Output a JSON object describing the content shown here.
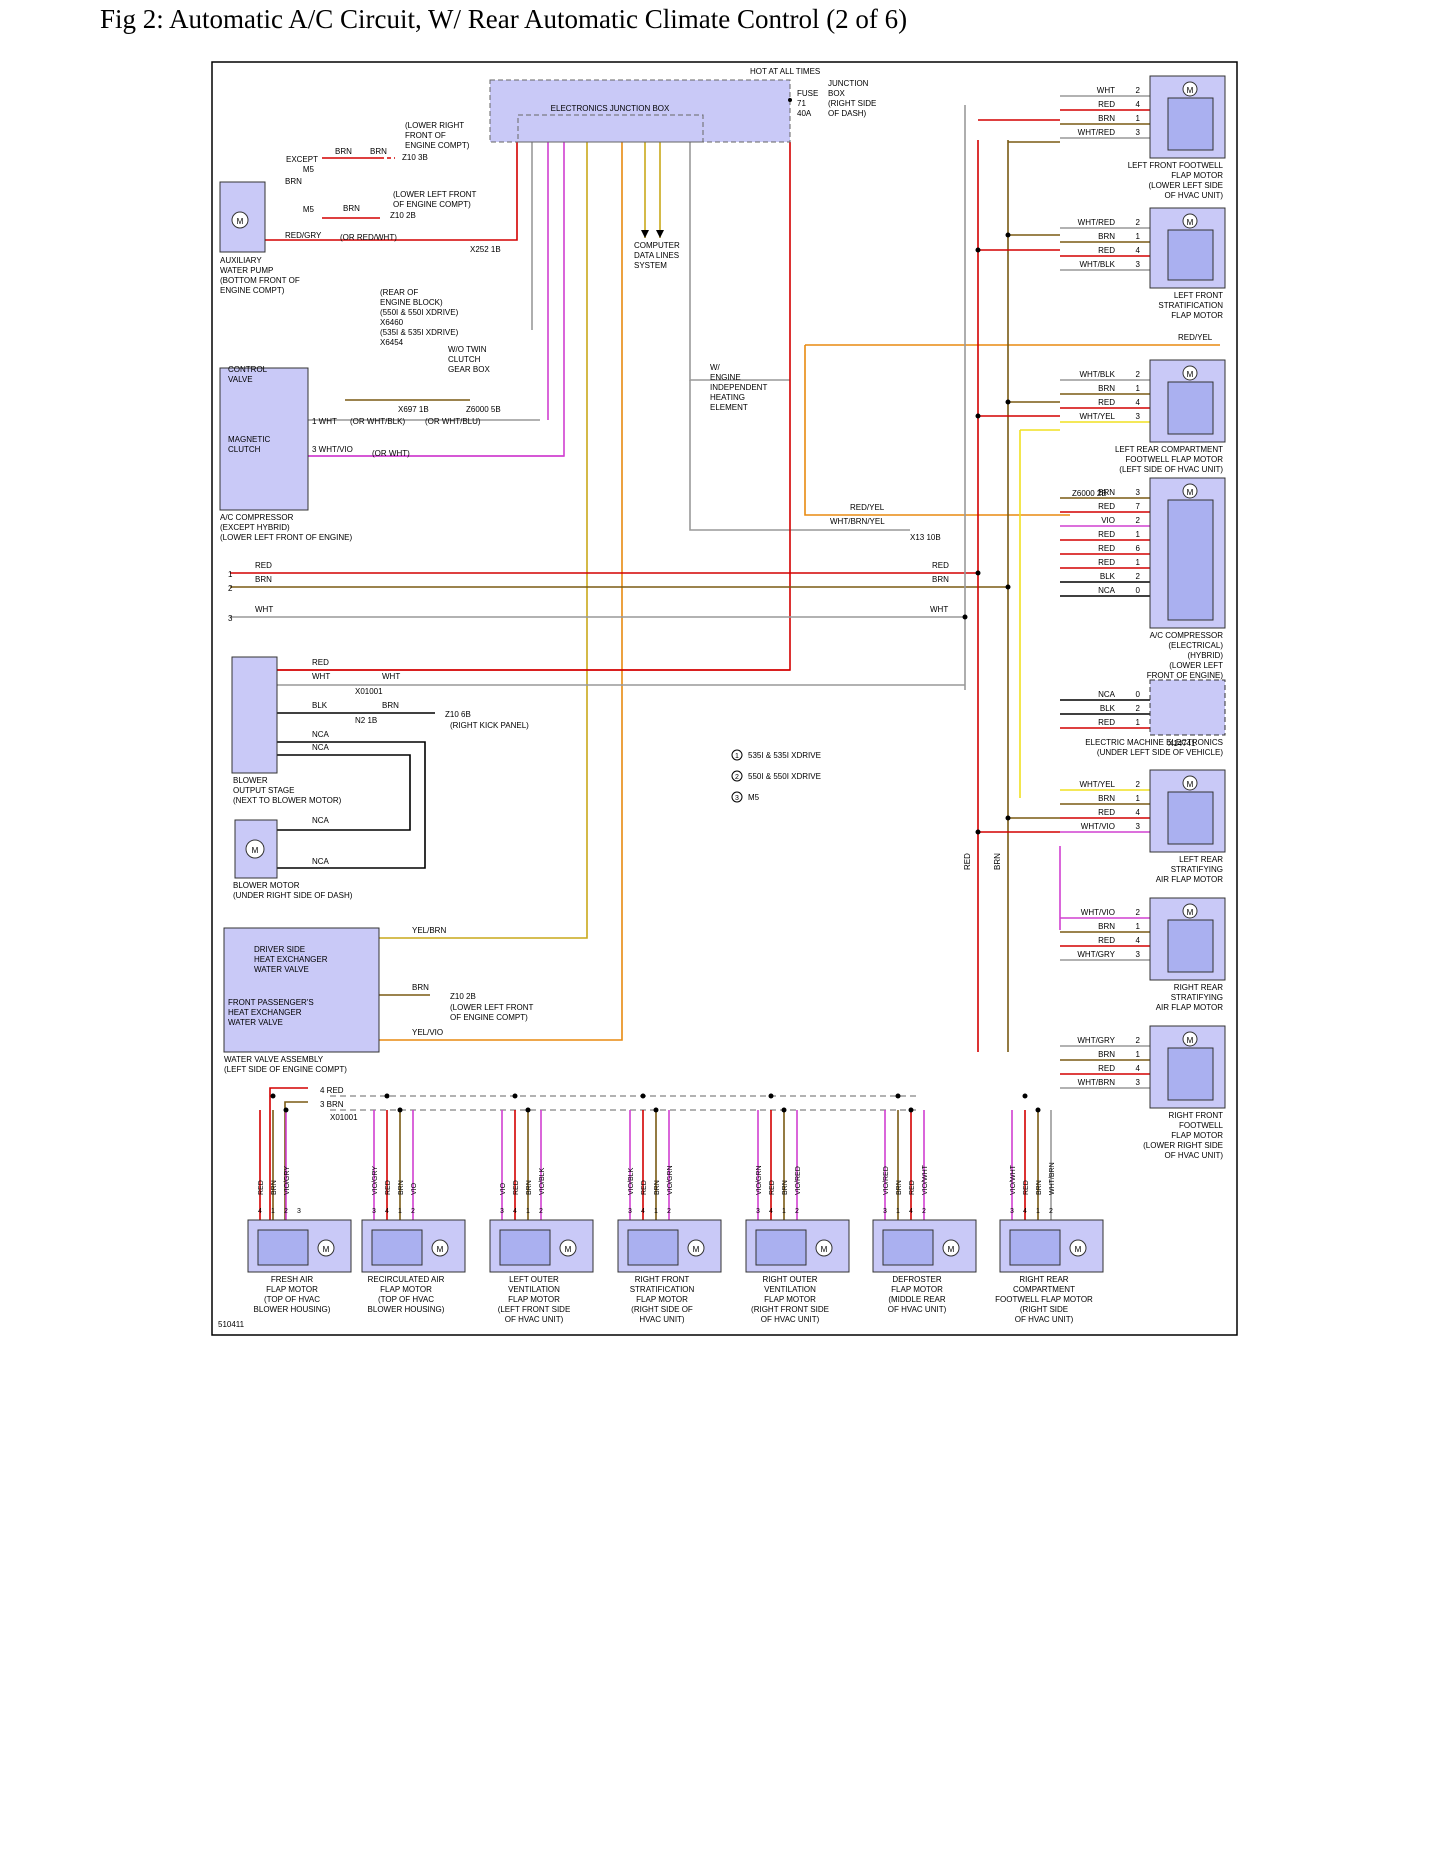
{
  "title": "Fig 2: Automatic A/C Circuit, W/ Rear Automatic Climate Control (2 of 6)",
  "diagram_id": "510411",
  "junction": {
    "hot": "HOT AT ALL TIMES",
    "ejb": "ELECTRONICS JUNCTION BOX",
    "fuse": [
      "FUSE",
      "71",
      "40A"
    ],
    "desc": [
      "JUNCTION",
      "BOX",
      "(RIGHT SIDE",
      "OF DASH)"
    ]
  },
  "wire_colors": {
    "red": "#d40000",
    "brn": "#7a5a14",
    "wht": "#bbbbbb",
    "yel": "#f0e020",
    "vio": "#d040d0",
    "org": "#e88a10",
    "gry": "#999999",
    "blk": "#000000",
    "yelbrn": "#c9a81a"
  },
  "legend": [
    "535I & 535I XDRIVE",
    "550I & 550I XDRIVE",
    "M5"
  ],
  "left_components": [
    {
      "key": "aux_pump",
      "lines": [
        "AUXILIARY",
        "WATER PUMP",
        "(BOTTOM FRONT OF",
        "ENGINE COMPT)"
      ]
    },
    {
      "key": "control_valve",
      "lines": [
        "CONTROL",
        "VALVE"
      ]
    },
    {
      "key": "mag_clutch",
      "lines": [
        "MAGNETIC",
        "CLUTCH"
      ]
    },
    {
      "key": "ac_comp",
      "lines": [
        "A/C COMPRESSOR",
        "(EXCEPT HYBRID)",
        "(LOWER LEFT FRONT OF ENGINE)"
      ]
    },
    {
      "key": "blower_stage",
      "lines": [
        "BLOWER",
        "OUTPUT STAGE",
        "(NEXT TO BLOWER MOTOR)"
      ]
    },
    {
      "key": "blower_motor",
      "lines": [
        "BLOWER MOTOR",
        "(UNDER RIGHT SIDE OF DASH)"
      ]
    },
    {
      "key": "water_valve",
      "lines": [
        "WATER VALVE ASSEMBLY",
        "(LEFT SIDE OF ENGINE COMPT)"
      ]
    },
    {
      "key": "driver_valve",
      "lines": [
        "DRIVER SIDE",
        "HEAT EXCHANGER",
        "WATER VALVE"
      ]
    },
    {
      "key": "pass_valve",
      "lines": [
        "FRONT PASSENGER'S",
        "HEAT EXCHANGER",
        "WATER VALVE"
      ]
    }
  ],
  "right_components": [
    {
      "lines": [
        "LEFT FRONT FOOTWELL",
        "FLAP MOTOR",
        "(LOWER LEFT SIDE",
        "OF HVAC UNIT)"
      ],
      "pins": [
        [
          "WHT",
          "2"
        ],
        [
          "RED",
          "4"
        ],
        [
          "BRN",
          "1"
        ],
        [
          "WHT/RED",
          "3"
        ]
      ]
    },
    {
      "lines": [
        "LEFT FRONT",
        "STRATIFICATION",
        "FLAP MOTOR"
      ],
      "pins": [
        [
          "WHT/RED",
          "2"
        ],
        [
          "BRN",
          "1"
        ],
        [
          "RED",
          "4"
        ],
        [
          "WHT/BLK",
          "3"
        ]
      ]
    },
    {
      "lines": [
        "LEFT REAR COMPARTMENT",
        "FOOTWELL FLAP MOTOR",
        "(LEFT SIDE OF HVAC UNIT)"
      ],
      "pins": [
        [
          "WHT/BLK",
          "2"
        ],
        [
          "BRN",
          "1"
        ],
        [
          "RED",
          "4"
        ],
        [
          "WHT/YEL",
          "3"
        ]
      ]
    },
    {
      "lines": [
        "A/C COMPRESSOR",
        "(ELECTRICAL)",
        "(HYBRID)",
        "(LOWER LEFT",
        "FRONT OF ENGINE)"
      ],
      "pins": [
        [
          "BRN",
          "3"
        ],
        [
          "RED",
          "7"
        ],
        [
          "VIO",
          "2"
        ],
        [
          "RED",
          "1"
        ],
        [
          "RED",
          "6"
        ],
        [
          "RED",
          "1"
        ],
        [
          "BLK",
          "2"
        ],
        [
          "NCA",
          "0"
        ]
      ]
    },
    {
      "lines": [
        "ELECTRIC MACHINE ELECTRONICS",
        "(UNDER LEFT SIDE OF VEHICLE)"
      ],
      "pins": [
        [
          "NCA",
          "0"
        ],
        [
          "BLK",
          "2"
        ],
        [
          "RED",
          "1"
        ]
      ]
    },
    {
      "lines": [
        "LEFT REAR",
        "STRATIFYING",
        "AIR FLAP MOTOR"
      ],
      "pins": [
        [
          "WHT/YEL",
          "2"
        ],
        [
          "BRN",
          "1"
        ],
        [
          "RED",
          "4"
        ],
        [
          "WHT/VIO",
          "3"
        ]
      ]
    },
    {
      "lines": [
        "RIGHT REAR",
        "STRATIFYING",
        "AIR FLAP MOTOR"
      ],
      "pins": [
        [
          "WHT/VIO",
          "2"
        ],
        [
          "BRN",
          "1"
        ],
        [
          "RED",
          "4"
        ],
        [
          "WHT/GRY",
          "3"
        ]
      ]
    },
    {
      "lines": [
        "RIGHT FRONT",
        "FOOTWELL",
        "FLAP MOTOR",
        "(LOWER RIGHT SIDE",
        "OF HVAC UNIT)"
      ],
      "pins": [
        [
          "WHT/GRY",
          "2"
        ],
        [
          "BRN",
          "1"
        ],
        [
          "RED",
          "4"
        ],
        [
          "WHT/BRN",
          "3"
        ]
      ]
    }
  ],
  "bottom_motors": [
    {
      "lines": [
        "FRESH AIR",
        "FLAP MOTOR",
        "(TOP OF HVAC",
        "BLOWER HOUSING)"
      ],
      "wires": [
        "RED",
        "BRN",
        "VIO/GRY"
      ],
      "pins": [
        "4",
        "1",
        "2",
        "3"
      ]
    },
    {
      "lines": [
        "RECIRCULATED AIR",
        "FLAP MOTOR",
        "(TOP OF HVAC",
        "BLOWER HOUSING)"
      ],
      "wires": [
        "VIO/GRY",
        "RED",
        "BRN",
        "VIO"
      ],
      "pins": [
        "3",
        "4",
        "1",
        "2"
      ]
    },
    {
      "lines": [
        "LEFT OUTER",
        "VENTILATION",
        "FLAP MOTOR",
        "(LEFT FRONT SIDE",
        "OF HVAC UNIT)"
      ],
      "wires": [
        "VIO",
        "RED",
        "BRN",
        "VIO/BLK"
      ],
      "pins": [
        "3",
        "4",
        "1",
        "2"
      ]
    },
    {
      "lines": [
        "RIGHT FRONT",
        "STRATIFICATION",
        "FLAP MOTOR",
        "(RIGHT SIDE OF",
        "HVAC UNIT)"
      ],
      "wires": [
        "VIO/BLK",
        "RED",
        "BRN",
        "VIO/GRN"
      ],
      "pins": [
        "3",
        "4",
        "1",
        "2"
      ]
    },
    {
      "lines": [
        "RIGHT OUTER",
        "VENTILATION",
        "FLAP MOTOR",
        "(RIGHT FRONT SIDE",
        "OF HVAC UNIT)"
      ],
      "wires": [
        "VIO/GRN",
        "RED",
        "BRN",
        "VIO/RED"
      ],
      "pins": [
        "3",
        "4",
        "1",
        "2"
      ]
    },
    {
      "lines": [
        "DEFROSTER",
        "FLAP MOTOR",
        "(MIDDLE REAR",
        "OF HVAC UNIT)"
      ],
      "wires": [
        "VIO/RED",
        "BRN",
        "RED",
        "VIO/WHT"
      ],
      "pins": [
        "3",
        "1",
        "4",
        "2"
      ]
    },
    {
      "lines": [
        "RIGHT REAR",
        "COMPARTMENT",
        "FOOTWELL FLAP MOTOR",
        "(RIGHT SIDE",
        "OF HVAC UNIT)"
      ],
      "wires": [
        "VIO/WHT",
        "RED",
        "BRN",
        "WHT/BRN"
      ],
      "pins": [
        "3",
        "4",
        "1",
        "2"
      ]
    }
  ],
  "texts": {
    "except_m5": "EXCEPT\nM5",
    "m5": "M5",
    "brn": "BRN",
    "red": "RED",
    "wht": "WHT",
    "blk": "BLK",
    "nca": "NCA",
    "z10_3b": "Z10 3B",
    "z10_2b": "Z10 2B",
    "z10_6b": "Z10 6B",
    "lower_right_front": [
      "(LOWER RIGHT",
      "FRONT OF",
      "ENGINE COMPT)"
    ],
    "lower_left_front": [
      "(LOWER LEFT FRONT",
      "OF ENGINE COMPT)"
    ],
    "redgry": "RED/GRY",
    "or_redwht": "(OR RED/WHT)",
    "x252": "X252 1B",
    "rear_block": [
      "(REAR OF",
      "ENGINE BLOCK)",
      "(550I & 550I XDRIVE)",
      "X6460",
      "(535I & 535I XDRIVE)",
      "X6454"
    ],
    "wo_twin": [
      "W/O TWIN",
      "CLUTCH",
      "GEAR BOX"
    ],
    "x697": "X697 1B",
    "z6000_5b": "Z6000 5B",
    "z6000_2b": "Z6000 2B",
    "computer": [
      "COMPUTER",
      "DATA LINES",
      "SYSTEM"
    ],
    "eng_indep": [
      "W/",
      "ENGINE",
      "INDEPENDENT",
      "HEATING",
      "ELEMENT"
    ],
    "redyel": "RED/YEL",
    "whtbrnyel": "WHT/BRN/YEL",
    "x13_10b": "X13 10B",
    "x01001": "X01001",
    "n2_1b": "N2 1B",
    "right_kick": "(RIGHT KICK PANEL)",
    "yelbrn": "YEL/BRN",
    "yelvio": "YEL/VIO",
    "x14741": "X14741",
    "whtvio": "WHT/VIO",
    "or_wht": "(OR WHT)",
    "or_whtblk": "(OR WHT/BLK)",
    "or_whtblu": "(OR WHT/BLU)"
  }
}
